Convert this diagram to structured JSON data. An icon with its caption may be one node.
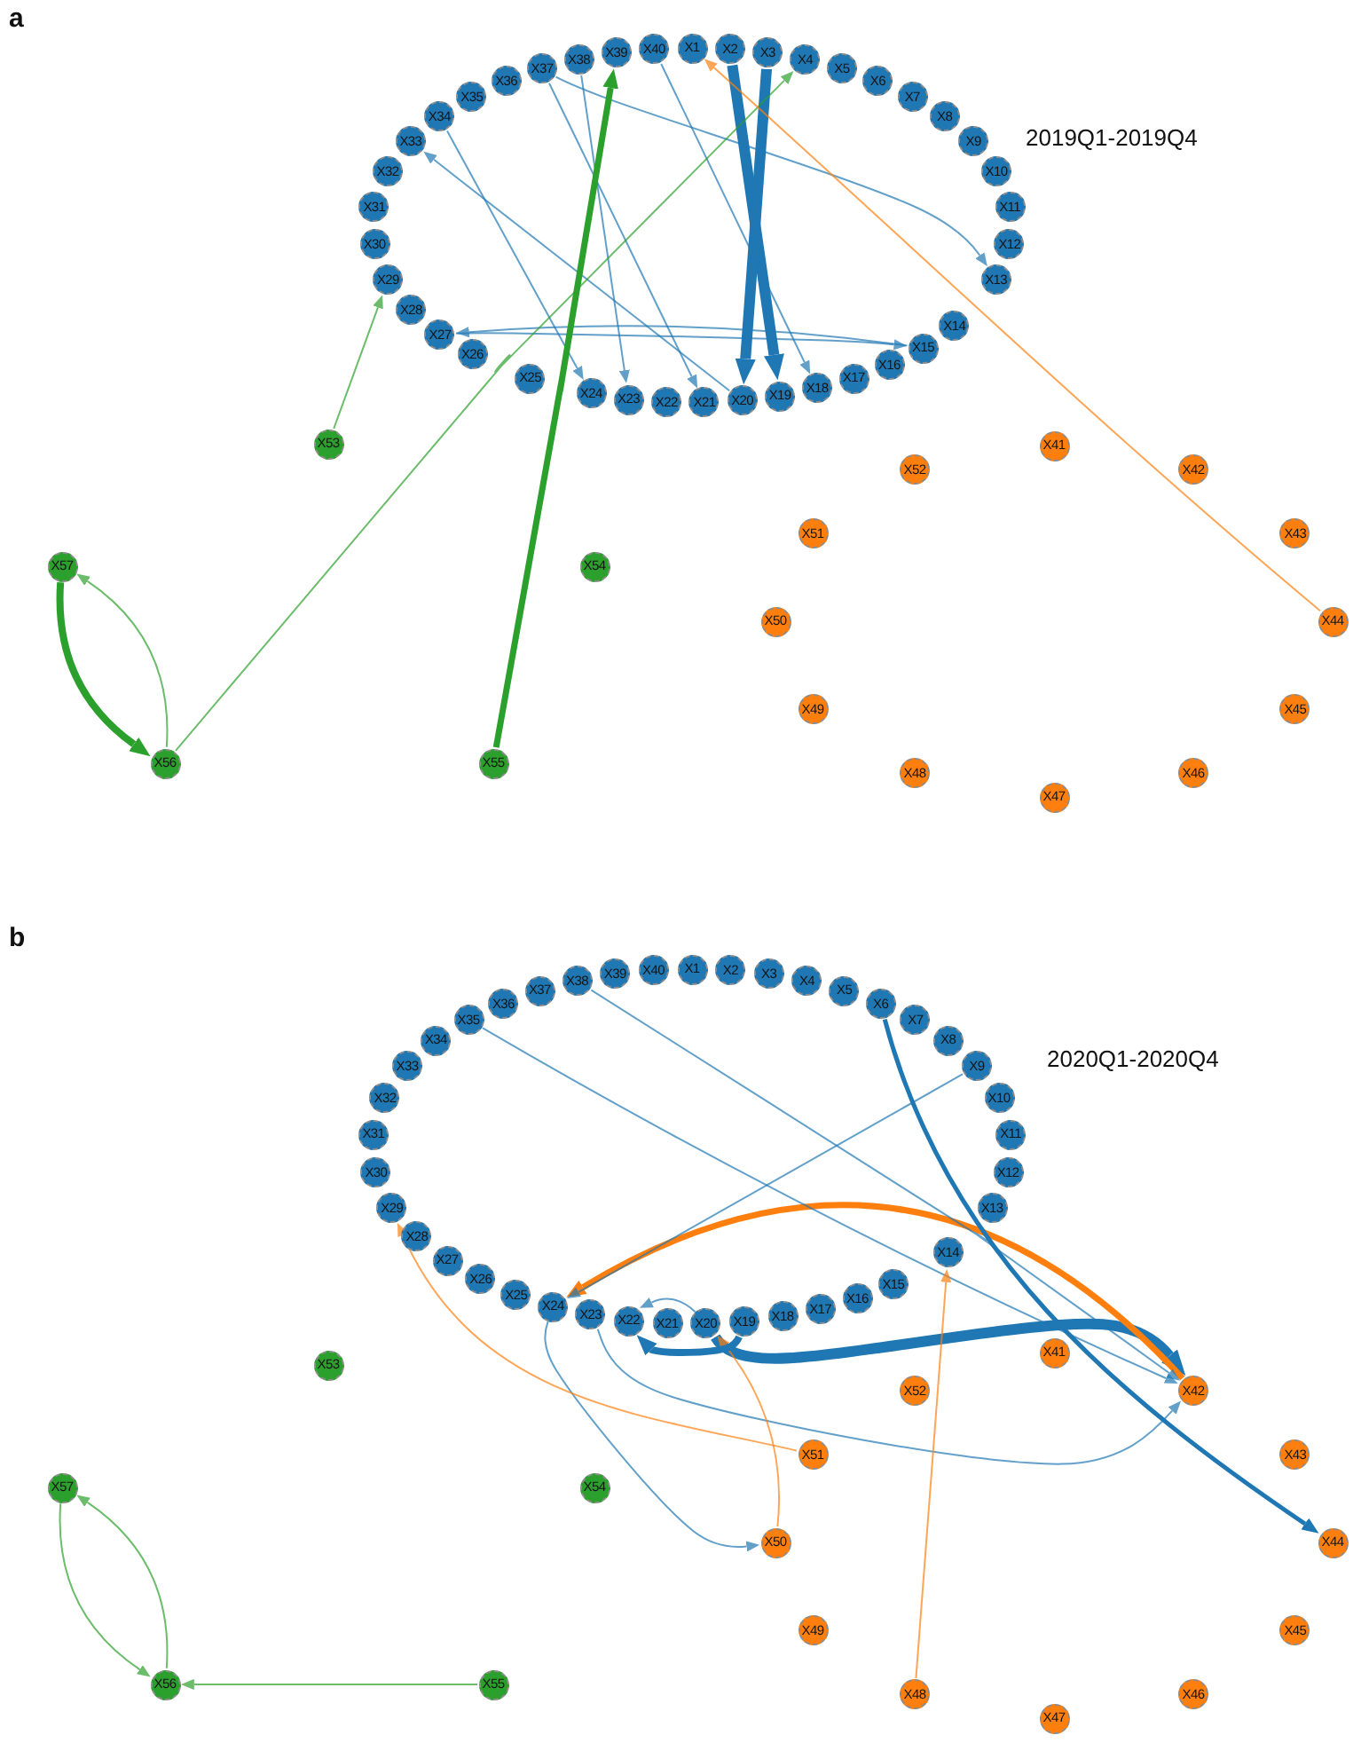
{
  "diagram": {
    "nodes": [
      {
        "text": [
          "X1"
        ]
      },
      {
        "text": [
          "X2"
        ]
      },
      {
        "text": [
          "X3"
        ]
      },
      {
        "text": [
          "X4"
        ]
      },
      {
        "text": [
          "X5"
        ]
      },
      {
        "text": [
          "X6"
        ]
      },
      {
        "text": [
          "X7"
        ]
      },
      {
        "text": [
          "X8"
        ]
      },
      {
        "text": [
          "X9"
        ]
      },
      {
        "text": [
          "X10"
        ]
      },
      {
        "text": [
          "X11"
        ]
      },
      {
        "text": [
          "X12"
        ]
      },
      {
        "text": [
          "X13"
        ]
      },
      {
        "text": [
          "X14"
        ]
      },
      {
        "text": [
          "X15"
        ]
      },
      {
        "text": [
          "X16"
        ]
      },
      {
        "text": [
          "X17"
        ]
      },
      {
        "text": [
          "X18"
        ]
      },
      {
        "text": [
          "X19"
        ]
      },
      {
        "text": [
          "X20"
        ]
      },
      {
        "text": [
          "X21"
        ]
      },
      {
        "text": [
          "X22"
        ]
      },
      {
        "text": [
          "X23"
        ]
      },
      {
        "text": [
          "X24"
        ]
      },
      {
        "text": [
          "X25"
        ]
      },
      {
        "text": [
          "X26"
        ]
      },
      {
        "text": [
          "X27"
        ]
      },
      {
        "text": [
          "X28"
        ]
      },
      {
        "text": [
          "X29"
        ]
      },
      {
        "text": [
          "X30"
        ]
      },
      {
        "text": [
          "X31"
        ]
      },
      {
        "text": [
          "X32"
        ]
      },
      {
        "text": [
          "X33"
        ]
      },
      {
        "text": [
          "X34"
        ]
      },
      {
        "text": [
          "X35"
        ]
      },
      {
        "text": [
          "X36"
        ]
      },
      {
        "text": [
          "X37"
        ]
      },
      {
        "text": [
          "X38"
        ]
      },
      {
        "text": [
          "X39"
        ]
      },
      {
        "text": [
          "X40"
        ]
      },
      {
        "text": [
          "X41"
        ]
      },
      {
        "text": [
          "X42"
        ]
      },
      {
        "text": [
          "X43"
        ]
      },
      {
        "text": [
          "X44"
        ]
      },
      {
        "text": [
          "X45"
        ]
      },
      {
        "text": [
          "X46"
        ]
      },
      {
        "text": [
          "X47"
        ]
      },
      {
        "text": [
          "X48"
        ]
      },
      {
        "text": [
          "X49"
        ]
      },
      {
        "text": [
          "X50"
        ]
      },
      {
        "text": [
          "X51"
        ]
      },
      {
        "text": [
          "X52"
        ]
      },
      {
        "text": [
          "X53"
        ]
      },
      {
        "text": [
          "X54"
        ]
      },
      {
        "text": [
          "X55"
        ]
      },
      {
        "text": [
          "X56"
        ]
      },
      {
        "text": [
          "X57"
        ]
      },
      {
        "text": [
          "X1"
        ]
      },
      {
        "text": [
          "X2"
        ]
      },
      {
        "text": [
          "X3"
        ]
      },
      {
        "text": [
          "X4"
        ]
      },
      {
        "text": [
          "X5"
        ]
      },
      {
        "text": [
          "X6"
        ]
      },
      {
        "text": [
          "X7"
        ]
      },
      {
        "text": [
          "X8"
        ]
      },
      {
        "text": [
          "X9"
        ]
      },
      {
        "text": [
          "X10"
        ]
      },
      {
        "text": [
          "X11"
        ]
      },
      {
        "text": [
          "X12"
        ]
      },
      {
        "text": [
          "X13"
        ]
      },
      {
        "text": [
          "X14"
        ]
      },
      {
        "text": [
          "X15"
        ]
      },
      {
        "text": [
          "X16"
        ]
      },
      {
        "text": [
          "X17"
        ]
      },
      {
        "text": [
          "X18"
        ]
      },
      {
        "text": [
          "X19"
        ]
      },
      {
        "text": [
          "X20"
        ]
      },
      {
        "text": [
          "X21"
        ]
      },
      {
        "text": [
          "X22"
        ]
      },
      {
        "text": [
          "X23"
        ]
      },
      {
        "text": [
          "X24"
        ]
      },
      {
        "text": [
          "X25"
        ]
      },
      {
        "text": [
          "X26"
        ]
      },
      {
        "text": [
          "X27"
        ]
      },
      {
        "text": [
          "X28"
        ]
      },
      {
        "text": [
          "X29"
        ]
      },
      {
        "text": [
          "X30"
        ]
      },
      {
        "text": [
          "X31"
        ]
      },
      {
        "text": [
          "X32"
        ]
      },
      {
        "text": [
          "X33"
        ]
      },
      {
        "text": [
          "X34"
        ]
      },
      {
        "text": [
          "X35"
        ]
      },
      {
        "text": [
          "X36"
        ]
      },
      {
        "text": [
          "X37"
        ]
      },
      {
        "text": [
          "X38"
        ]
      },
      {
        "text": [
          "X39"
        ]
      },
      {
        "text": [
          "X40"
        ]
      },
      {
        "text": [
          "X41"
        ]
      },
      {
        "text": [
          "X42"
        ]
      },
      {
        "text": [
          "X43"
        ]
      },
      {
        "text": [
          "X44"
        ]
      },
      {
        "text": [
          "X45"
        ]
      },
      {
        "text": [
          "X46"
        ]
      },
      {
        "text": [
          "X47"
        ]
      },
      {
        "text": [
          "X48"
        ]
      },
      {
        "text": [
          "X49"
        ]
      },
      {
        "text": [
          "X50"
        ]
      },
      {
        "text": [
          "X51"
        ]
      },
      {
        "text": [
          "X52"
        ]
      },
      {
        "text": [
          "X53"
        ]
      },
      {
        "text": [
          "X54"
        ]
      },
      {
        "text": [
          "X55"
        ]
      },
      {
        "text": [
          "X56"
        ]
      },
      {
        "text": [
          "X57"
        ]
      }
    ],
    "edges": [
      {
        "from": 1,
        "to": 18,
        "arrow": "to",
        "style": "thick"
      },
      {
        "from": 2,
        "to": 19,
        "arrow": "to",
        "style": "thick"
      },
      {
        "from": 37,
        "to": 22,
        "arrow": "to"
      },
      {
        "from": 36,
        "to": 20,
        "arrow": "to"
      },
      {
        "from": 33,
        "to": 23,
        "arrow": "to"
      },
      {
        "from": 19,
        "to": 32,
        "arrow": "to"
      },
      {
        "from": 39,
        "to": 17,
        "arrow": "to"
      },
      {
        "from": 26,
        "to": 14,
        "arrow": "to"
      },
      {
        "from": 14,
        "to": 26,
        "arrow": "to"
      },
      {
        "from": 36,
        "to": 12,
        "arrow": "to"
      },
      {
        "from": 52,
        "to": 28,
        "arrow": "to",
        "color": "#2ca02c"
      },
      {
        "from": 55,
        "to": 3,
        "arrow": "to",
        "color": "#2ca02c"
      },
      {
        "from": 54,
        "to": 38,
        "arrow": "to",
        "style": "thick",
        "color": "#2ca02c"
      },
      {
        "from": 56,
        "to": 55,
        "arrow": "to",
        "style": "thick",
        "color": "#2ca02c"
      },
      {
        "from": 55,
        "to": 56,
        "arrow": "to",
        "color": "#2ca02c"
      },
      {
        "from": 43,
        "to": 0,
        "arrow": "to",
        "color": "#ff7f0e"
      },
      {
        "from": 76,
        "to": 98,
        "arrow": "to",
        "style": "thick"
      },
      {
        "from": 98,
        "to": 80,
        "arrow": "to",
        "style": "thick",
        "color": "#ff7f0e"
      },
      {
        "from": 62,
        "to": 100,
        "arrow": "to",
        "style": "thick"
      },
      {
        "from": 94,
        "to": 98,
        "arrow": "to"
      },
      {
        "from": 91,
        "to": 98,
        "arrow": "to"
      },
      {
        "from": 65,
        "to": 80,
        "arrow": "to"
      },
      {
        "from": 79,
        "to": 98,
        "arrow": "to"
      },
      {
        "from": 80,
        "to": 106,
        "arrow": "to"
      },
      {
        "from": 104,
        "to": 70,
        "arrow": "to",
        "color": "#ff7f0e"
      },
      {
        "from": 106,
        "to": 76,
        "arrow": "to",
        "color": "#ff7f0e"
      },
      {
        "from": 107,
        "to": 85,
        "arrow": "to",
        "color": "#ff7f0e"
      },
      {
        "from": 111,
        "to": 112,
        "arrow": "to",
        "color": "#2ca02c"
      },
      {
        "from": 113,
        "to": 112,
        "arrow": "to",
        "color": "#2ca02c"
      },
      {
        "from": 112,
        "to": 113,
        "arrow": "to",
        "color": "#2ca02c"
      },
      {
        "from": 75,
        "to": 78,
        "arrow": "to",
        "style": "thick"
      },
      {
        "from": 76,
        "to": 78,
        "arrow": "to"
      }
    ],
    "labels": [
      "a",
      "2019Q1-2019Q4",
      "b",
      "2020Q1-2020Q4"
    ]
  }
}
